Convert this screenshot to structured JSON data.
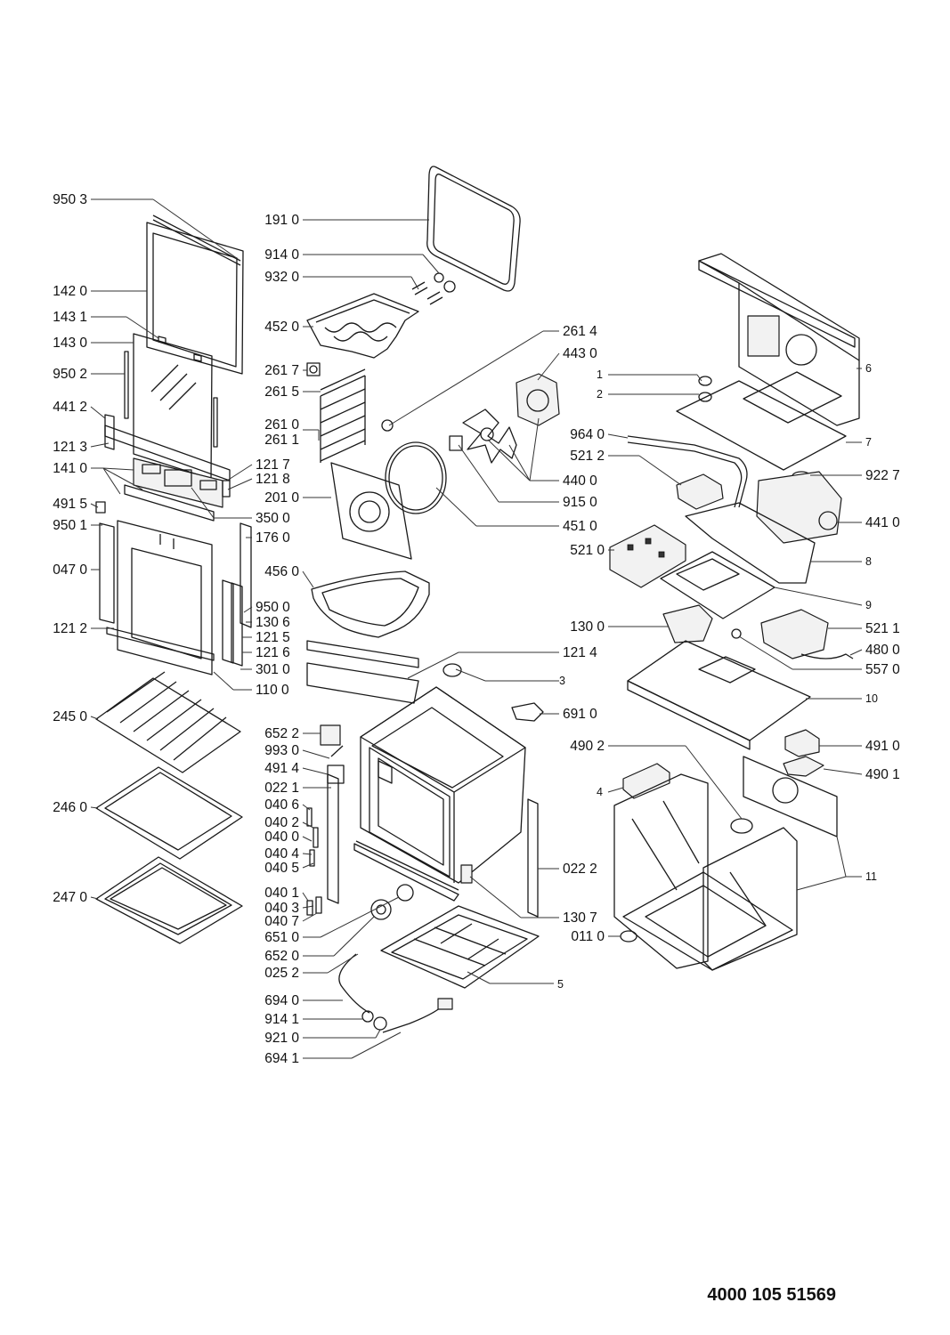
{
  "document_number": "4000 105 51569",
  "callouts_left": [
    "950 3",
    "142 0",
    "143 1",
    "143 0",
    "950 2",
    "441 2",
    "121 3",
    "141 0",
    "491 5",
    "950 1",
    "047 0",
    "121 2",
    "245 0",
    "246 0",
    "247 0"
  ],
  "callouts_center_left": [
    "191 0",
    "914 0",
    "932 0",
    "452 0",
    "261 7",
    "261 5",
    "261 0",
    "261 1",
    "201 0",
    "456 0",
    "652 2",
    "993 0",
    "491 4",
    "022 1",
    "040 6",
    "040 2",
    "040 0",
    "040 4",
    "040 5",
    "040 1",
    "040 3",
    "040 7",
    "651 0",
    "652 0",
    "025 2",
    "694 0",
    "914 1",
    "921 0",
    "694 1"
  ],
  "callouts_center_right": [
    "121 7",
    "121 8",
    "350 0",
    "176 0",
    "950 0",
    "130 6",
    "121 5",
    "121 6",
    "301 0",
    "110 0",
    "261 4",
    "443 0",
    "440 0",
    "915 0",
    "451 0",
    "121 4",
    "3",
    "691 0",
    "022 2",
    "130 7",
    "5"
  ],
  "callouts_right": [
    "6",
    "1",
    "2",
    "7",
    "964 0",
    "922 7",
    "521 2",
    "441 0",
    "521 0",
    "8",
    "9",
    "130 0",
    "521 1",
    "480 0",
    "557 0",
    "10",
    "491 0",
    "490 2",
    "490 1",
    "4",
    "11",
    "011 0"
  ]
}
